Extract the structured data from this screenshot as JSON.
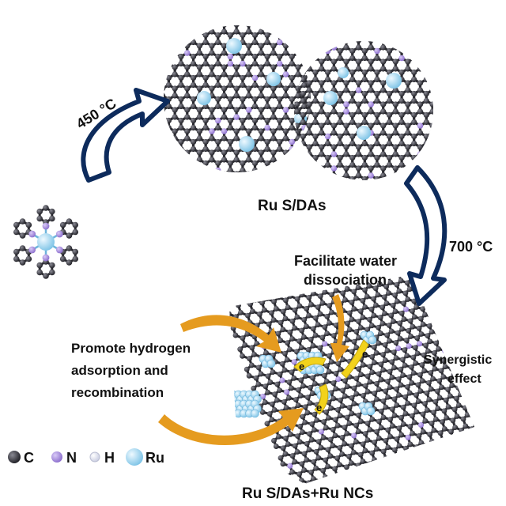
{
  "labels": {
    "step1_temp": "450 °C",
    "step2_temp": "700 °C",
    "ru_sdas": "Ru S/DAs",
    "facilitate_line1": "Facilitate water",
    "facilitate_line2": "dissociation",
    "promote_line1": "Promote hydrogen",
    "promote_line2": "adsorption  and",
    "promote_line3": "recombination",
    "synergistic_line1": "Synergistic",
    "synergistic_line2": "effect",
    "electron": "e",
    "final": "Ru S/DAs+Ru NCs"
  },
  "legend": [
    {
      "symbol": "C",
      "color": "#3a3a40"
    },
    {
      "symbol": "N",
      "color": "#a98ee0"
    },
    {
      "symbol": "H",
      "color": "#f2f4fb"
    },
    {
      "symbol": "Ru",
      "color": "#a9dcf3"
    }
  ],
  "colors": {
    "carbon": "#2f2f36",
    "nitrogen": "#a98ee0",
    "ruthenium": "#a9dcf3",
    "arrow_navy": "#0d2b5c",
    "arrow_orange": "#e59b1f",
    "electron_yellow": "#f2d21c"
  }
}
